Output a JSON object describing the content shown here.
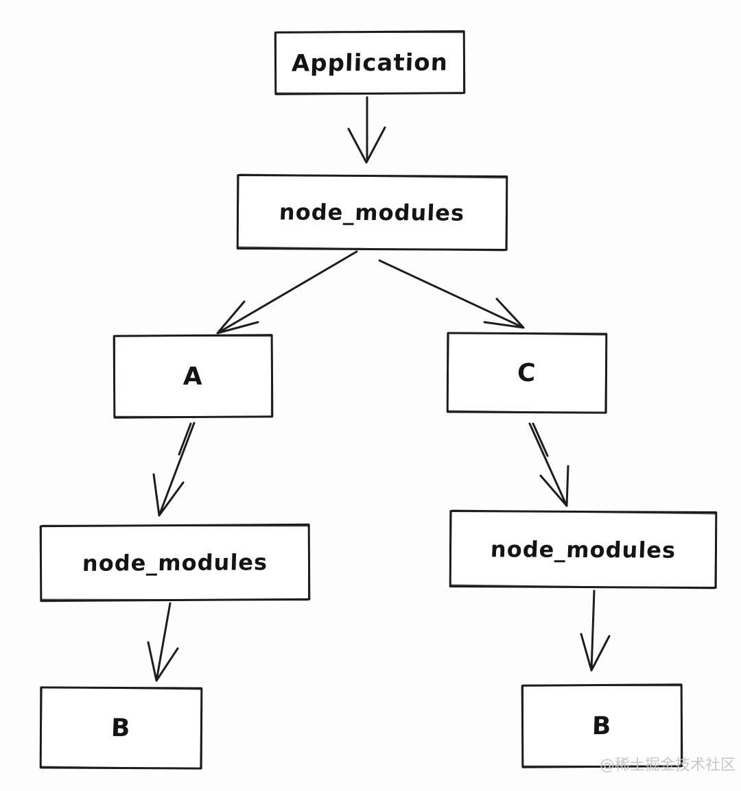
{
  "diagram": {
    "type": "dependency-tree",
    "nodes": {
      "application": {
        "label": "Application"
      },
      "root_modules": {
        "label": "node_modules"
      },
      "a": {
        "label": "A"
      },
      "c": {
        "label": "C"
      },
      "a_modules": {
        "label": "node_modules"
      },
      "c_modules": {
        "label": "node_modules"
      },
      "b_under_a": {
        "label": "B"
      },
      "b_under_c": {
        "label": "B"
      }
    },
    "edges": [
      {
        "from": "Application",
        "to": "node_modules (root)"
      },
      {
        "from": "node_modules (root)",
        "to": "A"
      },
      {
        "from": "node_modules (root)",
        "to": "C"
      },
      {
        "from": "A",
        "to": "node_modules (under A)"
      },
      {
        "from": "node_modules (under A)",
        "to": "B"
      },
      {
        "from": "C",
        "to": "node_modules (under C)"
      },
      {
        "from": "node_modules (under C)",
        "to": "B"
      }
    ],
    "colors": {
      "ink": "#1c1c1c",
      "background": "#fdfdfd",
      "watermark": "#c7c7c7"
    }
  },
  "watermark": {
    "text": "@稀土掘金技术社区"
  }
}
